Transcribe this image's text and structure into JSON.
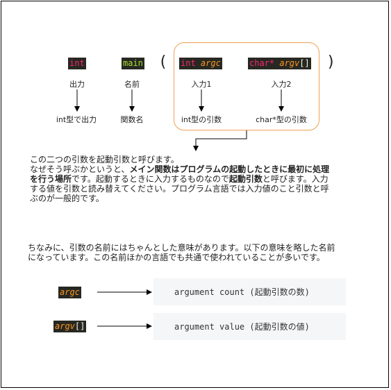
{
  "signature": {
    "return_type": "int",
    "function_name": "main",
    "open_paren": "(",
    "close_paren": ")",
    "argc_type": "int",
    "argc_name": "argc",
    "argv_type": "char*",
    "argv_name": "argv",
    "argv_suffix": "[]"
  },
  "labels": {
    "output": "出力",
    "name": "名前",
    "input1": "入力1",
    "input2": "入力2",
    "output_desc": "int型で出力",
    "name_desc": "関数名",
    "input1_desc": "int型の引数",
    "input2_desc": "char*型の引数"
  },
  "paragraph1": {
    "line1": "この二つの引数を起動引数と呼びます。",
    "line2_pre": "なぜそう呼ぶかというと、",
    "line2_bold": "メイン関数はプログラムの起動したときに最初に処理",
    "line3_bold": "を行う場所",
    "line3_post": "です。起動するときに入力するものなので",
    "line3_bold2": "起動引数",
    "line3_post2": "と呼びます。入力",
    "line4": "する値を引数と読み替えてください。プログラム言語では入力値のこと引数と呼",
    "line5": "ぶのが一般的です。"
  },
  "paragraph2": {
    "line1": "ちなみに、引数の名前にはちゃんとした意味があります。以下の意味を略した名前",
    "line2": "になっています。この名前ほかの言語でも共通で使われていることが多いです。"
  },
  "meanings": [
    {
      "name": "argc",
      "suffix": "",
      "meaning": "argument count (起動引数の数)"
    },
    {
      "name": "argv",
      "suffix": "[]",
      "meaning": "argument value (起動引数の値)"
    }
  ],
  "colors": {
    "code_bg": "#272822",
    "keyword": "#f92672",
    "function": "#a6e22e",
    "argument": "#fd971f",
    "box_border": "#f0a050",
    "meaning_bg": "#f5f6f8"
  }
}
